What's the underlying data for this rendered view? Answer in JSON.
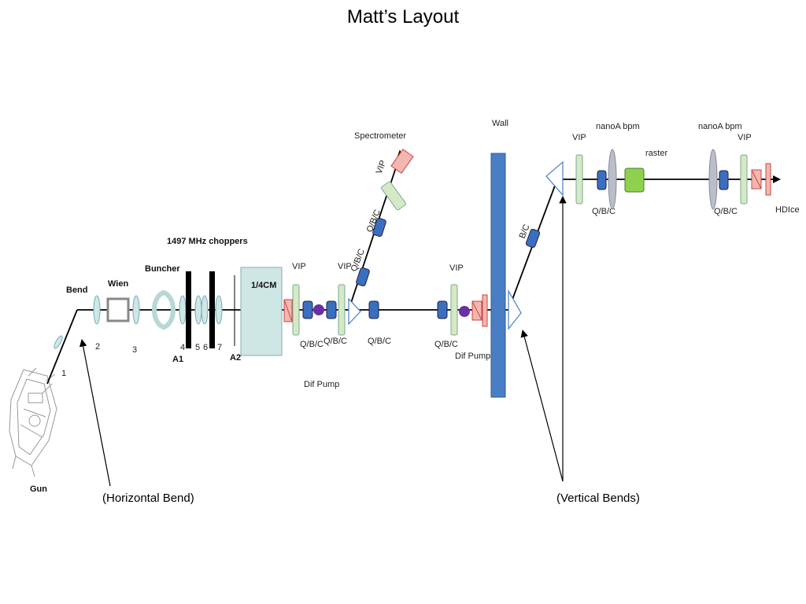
{
  "title": "Matt’s Layout",
  "labels": {
    "bend": "Bend",
    "wien": "Wien",
    "buncher": "Buncher",
    "choppers": "1497 MHz choppers",
    "gun": "Gun",
    "quarter_cm": "1/4CM",
    "spectrometer": "Spectrometer",
    "wall": "Wall",
    "raster": "raster",
    "hdice": "HDIce",
    "vip": "VIP",
    "qbc": "Q/B/C",
    "bc": "B/C",
    "dif_pump": "Dif Pump",
    "nanoa_bpm_1": "nanoA bpm",
    "nanoa_bpm_2": "nanoA bpm",
    "a1": "A1",
    "a2": "A2",
    "horizontal_bend": "(Horizontal Bend)",
    "vertical_bends": "(Vertical Bends)"
  },
  "numbers": [
    "1",
    "2",
    "3",
    "4",
    "5",
    "6",
    "7"
  ],
  "colors": {
    "beamline": "#000000",
    "wall": "#4a7ec4",
    "magnet": "#3a6fc0",
    "vip": "#d7e8c4",
    "pump": "#6a2fa0",
    "raster": "#8fd14f",
    "lens": "#cfe7e4",
    "valve": "#f2b7b0",
    "bpm": "#b8bfc8"
  }
}
